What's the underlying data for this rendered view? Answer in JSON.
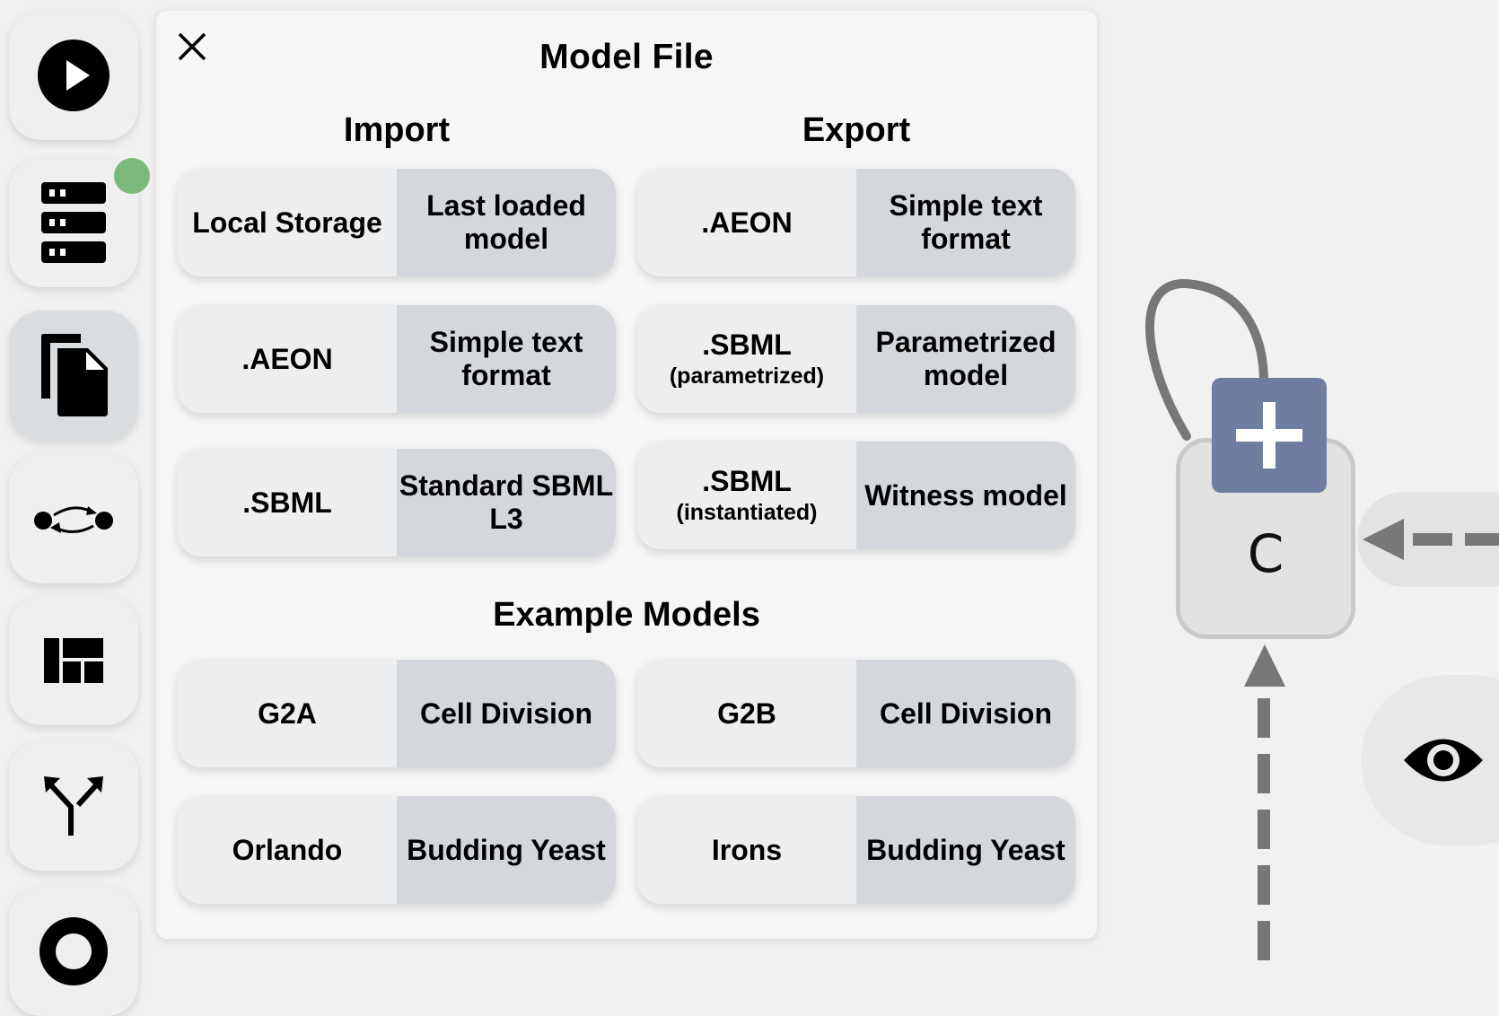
{
  "panel": {
    "title": "Model File",
    "import_heading": "Import",
    "export_heading": "Export",
    "examples_heading": "Example Models"
  },
  "import_buttons": [
    {
      "left": "Local Storage",
      "right": "Last loaded model"
    },
    {
      "left": ".AEON",
      "right": "Simple text format"
    },
    {
      "left": ".SBML",
      "right": "Standard SBML L3"
    }
  ],
  "export_buttons": [
    {
      "left": ".AEON",
      "left_sub": "",
      "right": "Simple text format"
    },
    {
      "left": ".SBML",
      "left_sub": "(parametrized)",
      "right": "Parametrized model"
    },
    {
      "left": ".SBML",
      "left_sub": "(instantiated)",
      "right": "Witness model"
    }
  ],
  "example_buttons": [
    {
      "left": "G2A",
      "right": "Cell Division"
    },
    {
      "left": "G2B",
      "right": "Cell Division"
    },
    {
      "left": "Orlando",
      "right": "Budding Yeast"
    },
    {
      "left": "Irons",
      "right": "Budding Yeast"
    }
  ],
  "sidebar": {
    "items": [
      {
        "icon": "play-icon"
      },
      {
        "icon": "server-icon",
        "status": "connected"
      },
      {
        "icon": "file-icon",
        "active": true
      },
      {
        "icon": "regulation-icon"
      },
      {
        "icon": "dashboard-icon"
      },
      {
        "icon": "fork-arrows-icon"
      },
      {
        "icon": "help-icon"
      }
    ],
    "status_color": "#7cba7a"
  },
  "canvas": {
    "node_label": "C",
    "node_color": "#e2e2e2",
    "plus_color": "#6f7da1",
    "edge_color": "#777777"
  }
}
